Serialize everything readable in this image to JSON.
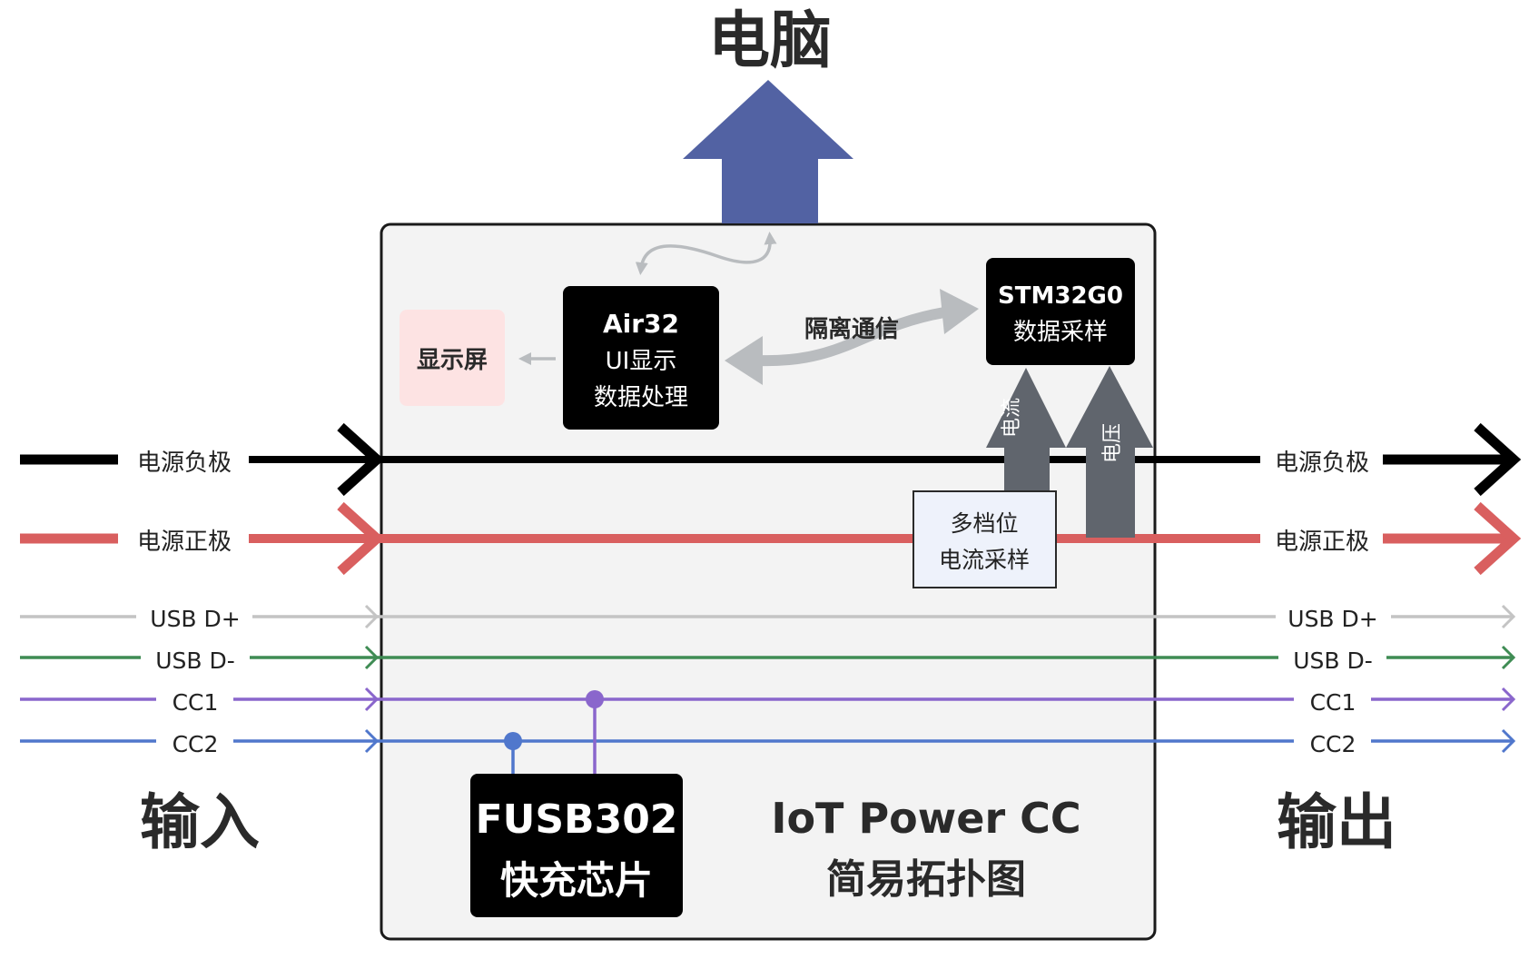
{
  "header": {
    "computer_label": "电脑"
  },
  "sides": {
    "input_label": "输入",
    "output_label": "输出"
  },
  "lines": {
    "negative": "电源负极",
    "positive": "电源正极",
    "usb_dp": "USB D+",
    "usb_dm": "USB D-",
    "cc1": "CC1",
    "cc2": "CC2"
  },
  "blocks": {
    "display": "显示屏",
    "air32": {
      "line1": "Air32",
      "line2": "UI显示",
      "line3": "数据处理"
    },
    "stm32": {
      "line1": "STM32G0",
      "line2": "数据采样"
    },
    "isolation": "隔离通信",
    "current_arrow": "电流",
    "voltage_arrow": "电压",
    "current_sampler": {
      "line1": "多档位",
      "line2": "电流采样"
    },
    "fusb": {
      "line1": "FUSB302",
      "line2": "快充芯片"
    },
    "title": {
      "line1": "IoT Power CC",
      "line2": "简易拓扑图"
    }
  },
  "colors": {
    "negative": "#000000",
    "positive": "#d95f5f",
    "usb_dp": "#c4c4c4",
    "usb_dm": "#3f8c54",
    "cc1": "#8a66cc",
    "cc2": "#5077cc",
    "computer_arrow": "#5262a3",
    "sense_arrow": "#60656d",
    "comm_arrow": "#b9bcbf",
    "board_fill": "#f3f3f3",
    "display_fill": "#fde3e3",
    "sampler_fill": "#eef2fb"
  }
}
